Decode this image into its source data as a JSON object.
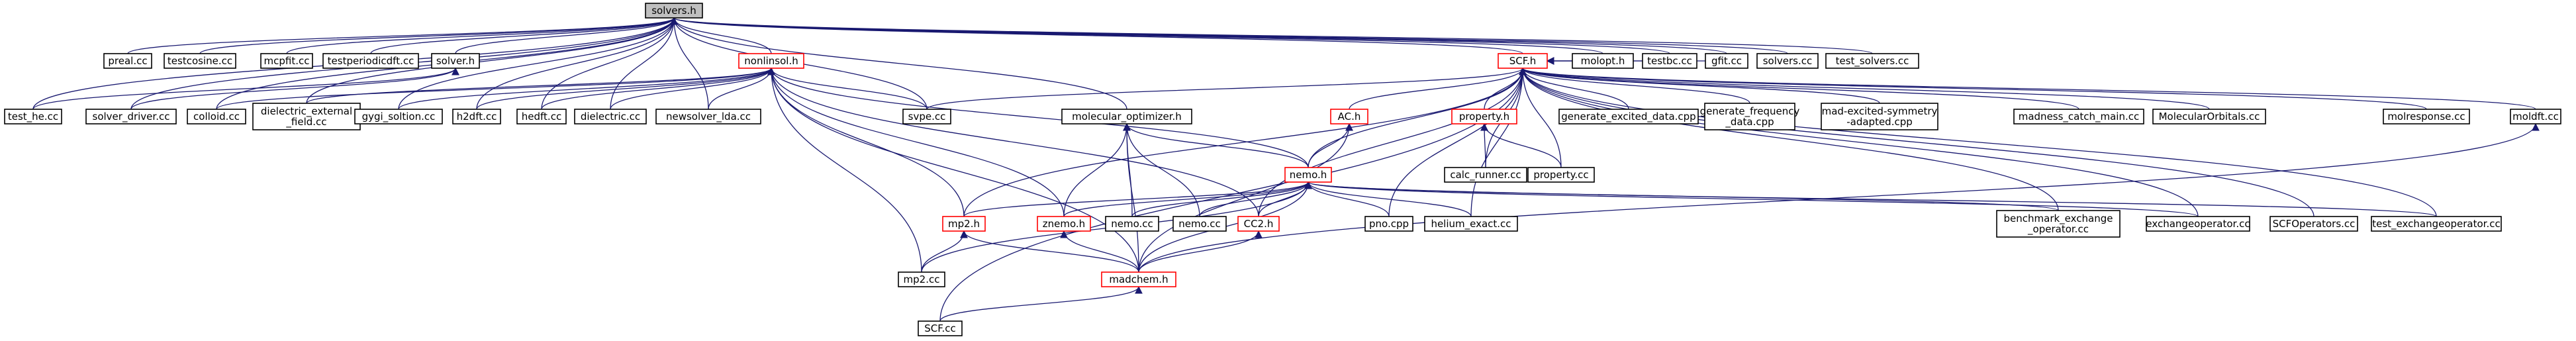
{
  "graph": {
    "title": "solvers.h",
    "nodes": {
      "solvers_h": "solvers.h",
      "preal": "preal.cc",
      "testcosine": "testcosine.cc",
      "mcpfit": "mcpfit.cc",
      "testperiodicdft": "testperiodicdft.cc",
      "solver_h": "solver.h",
      "nonlinsol_h": "nonlinsol.h",
      "scf_h": "SCF.h",
      "molopt_h": "molopt.h",
      "testbc": "testbc.cc",
      "gfit": "gfit.cc",
      "solvers_cc": "solvers.cc",
      "test_solvers": "test_solvers.cc",
      "test_he": "test_he.cc",
      "solver_driver": "solver_driver.cc",
      "colloid": "colloid.cc",
      "dielectric_external": [
        "dielectric_external",
        "_field.cc"
      ],
      "gygi_soltion": "gygi_soltion.cc",
      "h2dft": "h2dft.cc",
      "hedft": "hedft.cc",
      "dielectric": "dielectric.cc",
      "newsolver_lda": "newsolver_lda.cc",
      "svpe": "svpe.cc",
      "molecular_optimizer_h": "molecular_optimizer.h",
      "ac_h": "AC.h",
      "property_h": "property.h",
      "generate_excited": "generate_excited_data.cpp",
      "generate_frequency": [
        "generate_frequency",
        "_data.cpp"
      ],
      "mad_excited": [
        "mad-excited-symmetry",
        "-adapted.cpp"
      ],
      "madness_catch_main": "madness_catch_main.cc",
      "molecularorbitals": "MolecularOrbitals.cc",
      "molresponse": "molresponse.cc",
      "moldft": "moldft.cc",
      "nemo_h": "nemo.h",
      "calc_runner": "calc_runner.cc",
      "property_cc": "property.cc",
      "mp2_h": "mp2.h",
      "znemo_h": "znemo.h",
      "nemo_cc1": "nemo.cc",
      "nemo_cc2": "nemo.cc",
      "cc2_h": "CC2.h",
      "pno": "pno.cpp",
      "helium_exact": "helium_exact.cc",
      "benchmark_exchange": [
        "benchmark_exchange",
        "_operator.cc"
      ],
      "exchangeoperator": "exchangeoperator.cc",
      "scfoperators": "SCFOperators.cc",
      "test_exchangeoperator": "test_exchangeoperator.cc",
      "mp2_cc": "mp2.cc",
      "madchem_h": "madchem.h",
      "scf_cc": "SCF.cc"
    }
  },
  "colors": {
    "edge": "#191970",
    "root_fill": "#bfbfbf",
    "node_border": "#000000",
    "header_border": "#ff0000",
    "background": "#ffffff"
  }
}
